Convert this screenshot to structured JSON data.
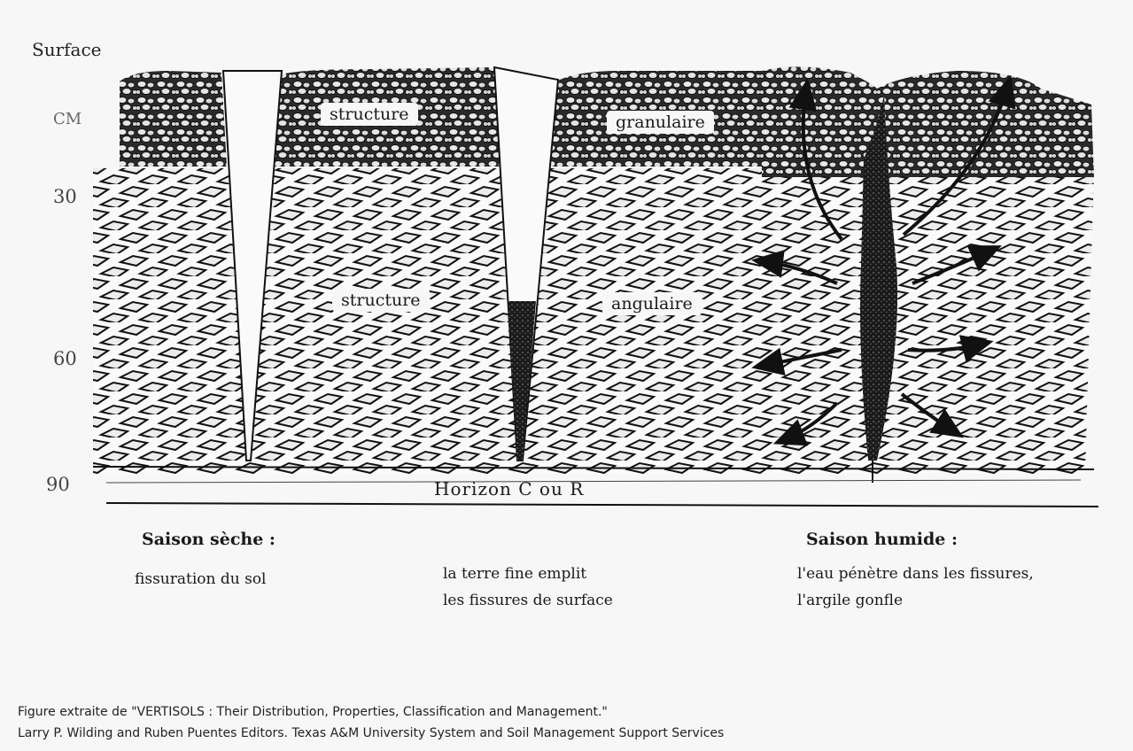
{
  "depth_axis": {
    "title": "Surface",
    "unit": "CM",
    "ticks": [
      "30",
      "60",
      "90"
    ]
  },
  "labels": {
    "structure_top": "structure",
    "granulaire": "granulaire",
    "structure_mid": "structure",
    "angulaire": "angulaire",
    "horizon": "Horizon C ou R"
  },
  "seasons": {
    "dry": {
      "title": "Saison sèche :",
      "caption": "fissuration du sol"
    },
    "middle": {
      "line1": "la terre fine emplit",
      "line2": "les fissures de surface"
    },
    "wet": {
      "title": "Saison humide :",
      "line1": "l'eau pénètre dans les fissures,",
      "line2": "l'argile gonfle"
    }
  },
  "credits": {
    "line1": "Figure extraite de \"VERTISOLS : Their Distribution, Properties, Classification and Management.\"",
    "line2": "Larry P. Wilding and Ruben Puentes Editors. Texas A&M University System and Soil Management Support Services"
  }
}
